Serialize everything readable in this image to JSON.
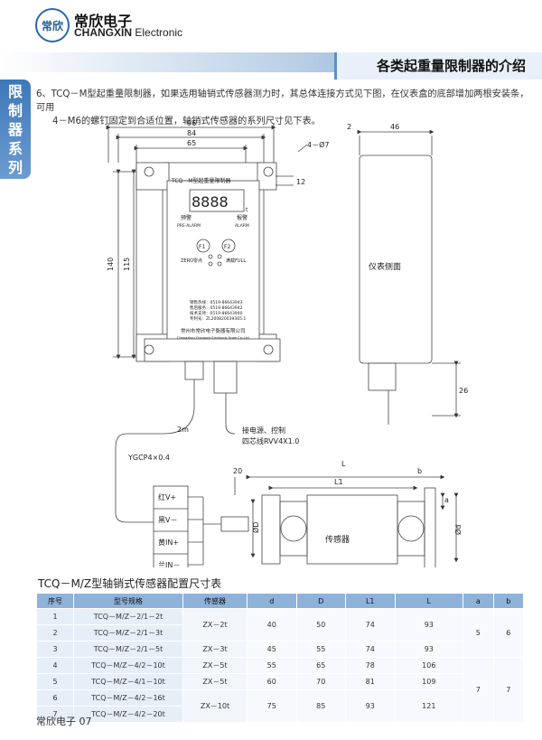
{
  "header": {
    "logo_text": "常欣",
    "brand_cn": "常欣电子",
    "brand_en_bold": "CHANGXIN",
    "brand_en_rest": " Electronic"
  },
  "banner": {
    "title": "各类起重量限制器的介绍"
  },
  "side_tab": {
    "label": [
      "限",
      "制",
      "器",
      "系",
      "列"
    ]
  },
  "paragraph": {
    "line1": "6、TCQ－M型起重量限制器，如果选用轴销式传感器测力时，其总体连接方式见下图，在仪表盒的底部增加两根安装条，可用",
    "line2": "4－M6的螺钉固定到合适位置，轴销式传感器的系列尺寸见下表。"
  },
  "diagram": {
    "dims_top": [
      "96",
      "84",
      "65"
    ],
    "dims_left": [
      "140",
      "115"
    ],
    "hole_label": "4－Ø7",
    "dim_12": "12",
    "dim_2": "2",
    "dim_46": "46",
    "dim_26": "26",
    "panel_title": "TCQ－M型起重量限制器",
    "digits": "8888",
    "unit": "t",
    "pre_alarm_cn": "预警",
    "pre_alarm_en": "PRE-ALARM",
    "alarm_cn": "报警",
    "alarm_en": "ALARM",
    "btn_f1": "F1",
    "btn_f2": "F2",
    "zero_label": "ZERO零点",
    "full_label": "满载FULL",
    "contact": [
      "销售热线：0519-86643943",
      "售后服务：0519-86643942",
      "技术支持：0519-86643940",
      "专利号：ZL200820039365.1"
    ],
    "company_cn": "常州市常欣电子衡器有限公司",
    "company_en": "Changzhou Changxin Electronic Scale Co.,Ltd",
    "side_view_label": "仪表侧面",
    "cable_2m": "2m",
    "cable_spec": "YGCP4×0.4",
    "power_label1": "接电源、控制",
    "power_label2": "四芯线RVV4X1.0",
    "wires": [
      "红V+",
      "黑V－",
      "黄IN+",
      "兰IN－"
    ],
    "sensor_label": "传感器",
    "dim_L": "L",
    "dim_L1": "L1",
    "dim_b": "b",
    "dim_20": "20",
    "dim_a": "a",
    "dim_D": "ØD",
    "dim_d": "Ød"
  },
  "table": {
    "title": "TCQ－M/Z型轴销式传感器配置尺寸表",
    "headers": [
      "序号",
      "型号规格",
      "传感器",
      "d",
      "D",
      "L1",
      "L",
      "a",
      "b"
    ],
    "rows": [
      [
        "1",
        "TCQ－M/Z－2/1－2t"
      ],
      [
        "2",
        "TCQ－M/Z－2/1－3t"
      ],
      [
        "3",
        "TCQ－M/Z－2/1－5t"
      ],
      [
        "4",
        "TCQ－M/Z－4/2－10t"
      ],
      [
        "5",
        "TCQ－M/Z－4/1－10t"
      ],
      [
        "6",
        "TCQ－M/Z－4/2－16t"
      ],
      [
        "7",
        "TCQ－M/Z－4/2－20t"
      ]
    ],
    "group1": {
      "sensor": "ZX－2t",
      "d": "40",
      "D": "50",
      "L1": "74",
      "L": "93"
    },
    "row3": {
      "sensor": "ZX－3t",
      "d": "45",
      "D": "55",
      "L1": "74",
      "L": "93"
    },
    "row4": {
      "sensor": "ZX－5t",
      "d": "55",
      "D": "65",
      "L1": "78",
      "L": "106"
    },
    "row5": {
      "sensor": "ZX－5t",
      "d": "60",
      "D": "70",
      "L1": "81",
      "L": "109"
    },
    "group67": {
      "sensor": "ZX－10t",
      "d": "75",
      "D": "85",
      "L1": "93",
      "L": "121"
    },
    "ab_top": {
      "a": "5",
      "b": "6"
    },
    "ab_bottom": {
      "a": "7",
      "b": "7"
    }
  },
  "footer": {
    "page_label": "常欣电子 07"
  }
}
